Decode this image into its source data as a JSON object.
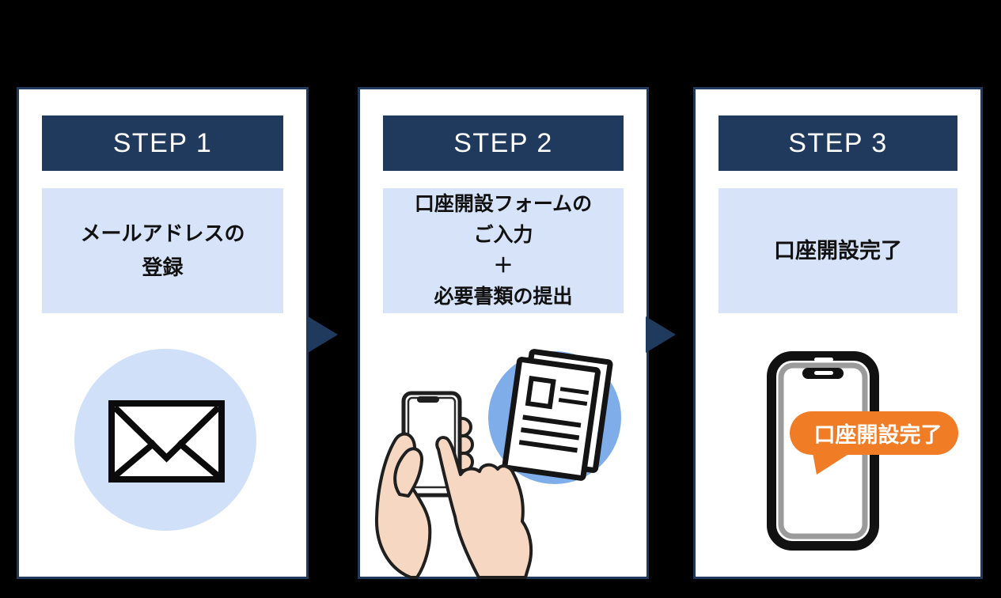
{
  "diagram": {
    "background": "#000000",
    "colors": {
      "navy": "#203a5e",
      "panel_blue": "#d7e3f8",
      "circle_light_blue": "#d0e0f8",
      "circle_mid_blue": "#7fadea",
      "orange": "#f07d26",
      "skin": "#f6d8c2",
      "white": "#ffffff"
    },
    "steps": [
      {
        "header": "STEP 1",
        "description_lines": [
          "メールアドレスの",
          "登録"
        ],
        "icon": "envelope-icon"
      },
      {
        "header": "STEP 2",
        "description_lines": [
          "口座開設フォームの",
          "ご入力",
          "＋",
          "必要書類の提出"
        ],
        "icon": "hand-phone-documents-icon"
      },
      {
        "header": "STEP 3",
        "description_lines": [
          "口座開設完了"
        ],
        "icon": "smartphone-icon",
        "bubble_label": "口座開設完了"
      }
    ],
    "arrows": [
      {
        "name": "arrow-step1-to-step2"
      },
      {
        "name": "arrow-step2-to-step3"
      }
    ]
  }
}
